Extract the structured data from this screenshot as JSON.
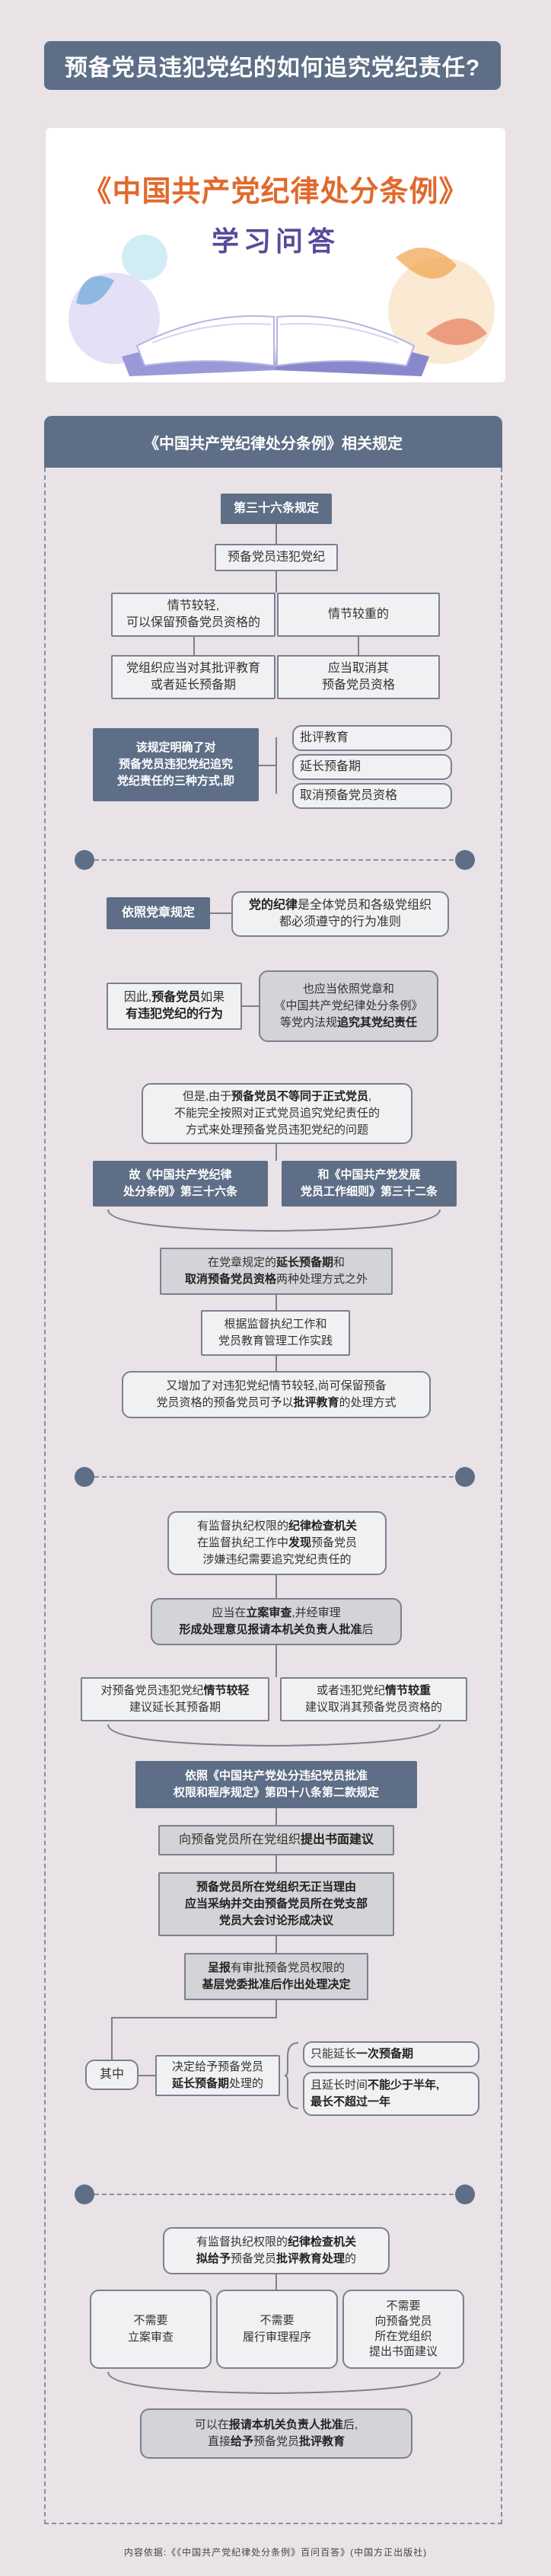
{
  "title": "预备党员违犯党纪的如何追究党纪责任?",
  "cover": {
    "title": "《中国共产党纪律处分条例》",
    "subtitle": "学习问答"
  },
  "section_header": "《中国共产党纪律处分条例》相关规定",
  "part1": {
    "article": "第三十六条规定",
    "subject": "预备党员违犯党纪",
    "light_case": "情节较轻,\n可以保留预备党员资格的",
    "heavy_case": "情节较重的",
    "light_result": "党组织应当对其批评教育\n或者延长预备期",
    "heavy_result": "应当取消其\n预备党员资格",
    "summary": "该规定明确了对\n预备党员违犯党纪追究\n党纪责任的三种方式,即",
    "methods": [
      "批评教育",
      "延长预备期",
      "取消预备党员资格"
    ]
  },
  "part2": {
    "charter_label": "依照党章规定",
    "charter_text_pre": "党的纪律",
    "charter_text_mid": "是全体党员和各级党组织",
    "charter_text_post": "都必须遵守的行为准则",
    "therefore_pre": "因此,",
    "therefore_bold1": "预备党员",
    "therefore_mid": "如果",
    "therefore_bold2": "有违犯党纪的行为",
    "also_text1": "也应当依照党章和",
    "also_text2": "《中国共产党纪律处分条例》",
    "also_text3": "等党内法规",
    "also_bold": "追究其党纪责任",
    "but_text1": "但是,由于",
    "but_bold1": "预备党员不等同于正式党员",
    "but_text2": ",",
    "but_text3": "不能完全按照对正式党员追究党纪责任的",
    "but_text4": "方式来处理预备党员违犯党纪的问题",
    "article36": "故《中国共产党纪律\n处分条例》第三十六条",
    "article32": "和《中国共产党发展\n党员工作细则》第三十二条",
    "charter_extra_pre": "在党章规定的",
    "charter_extra_b1": "延长预备期",
    "charter_extra_mid": "和",
    "charter_extra_b2": "取消预备党员资格",
    "charter_extra_post": "两种处理方式之外",
    "combine": "根据监督执纪工作和\n党员教育管理工作实践",
    "added_pre": "又增加了对违犯党纪情节较轻,尚可保留预备",
    "added_mid": "党员资格的预备党员可予以",
    "added_bold": "批评教育",
    "added_post": "的处理方式"
  },
  "part3": {
    "organ_text1": "有监督执纪权限的",
    "organ_bold1": "纪律检查机关",
    "organ_text2": "在监督执纪工作中",
    "organ_bold2": "发现",
    "organ_text3": "预备党员",
    "organ_text4": "涉嫌违纪需要追究党纪责任的",
    "file_pre": "应当在",
    "file_b1": "立案审查",
    "file_mid": ",并经审理",
    "file_b2": "形成处理意见报请本机关负责人批准",
    "file_post": "后",
    "light_pre": "对预备党员违犯党纪",
    "light_b": "情节较轻",
    "light_post": "建议延长其预备期",
    "heavy_pre": "或者违犯党纪",
    "heavy_b": "情节较重",
    "heavy_post": "建议取消其预备党员资格的",
    "reg_label": "依照《中国共产党处分违纪党员批准\n权限和程序规定》第四十八条第二款规定",
    "to_branch_pre": "向预备党员所在党组织",
    "to_branch_b": "提出书面建议",
    "branch_pre": "预备党员所在党组织",
    "branch_b": "无正当理由",
    "branch_text2": "应当采纳并交由预备党员所在党支部",
    "branch_text3": "党员大会讨论形成决议",
    "report_b": "呈报",
    "report_text1": "有审批预备党员权限的",
    "report_text2": "基层党委批准后作出处理决定",
    "among": "其中",
    "decide_text1": "决定给予预备党员",
    "decide_b": "延长预备期",
    "decide_text2": "处理的",
    "once_pre": "只能延长",
    "once_b": "一次预备期",
    "dur_pre": "且延长时间",
    "dur_b": "不能少于半年,",
    "dur_b2": "最长不超过一年"
  },
  "part4": {
    "organ_text1": "有监督执纪权限的",
    "organ_bold1": "纪律检查机关",
    "organ_text2": "拟给予",
    "organ_text3": "预备党员",
    "organ_bold2": "批评教育处理",
    "organ_text4": "的",
    "no1": "不需要\n立案审查",
    "no2": "不需要\n履行审理程序",
    "no3": "不需要\n向预备党员\n所在党组织\n提出书面建议",
    "final_text1": "可以在",
    "final_b1": "报请本机关负责人批准",
    "final_text2": "后,",
    "final_text3": "直接",
    "final_b2": "给予",
    "final_text4": "预备党员",
    "final_b3": "批评教育"
  },
  "footer": "内容依据:《《中国共产党纪律处分条例》百问百答》(中国方正出版社)",
  "colors": {
    "accent": "#5d6e86",
    "background": "#e9e2e6",
    "cover_title": "#e06a2c"
  }
}
